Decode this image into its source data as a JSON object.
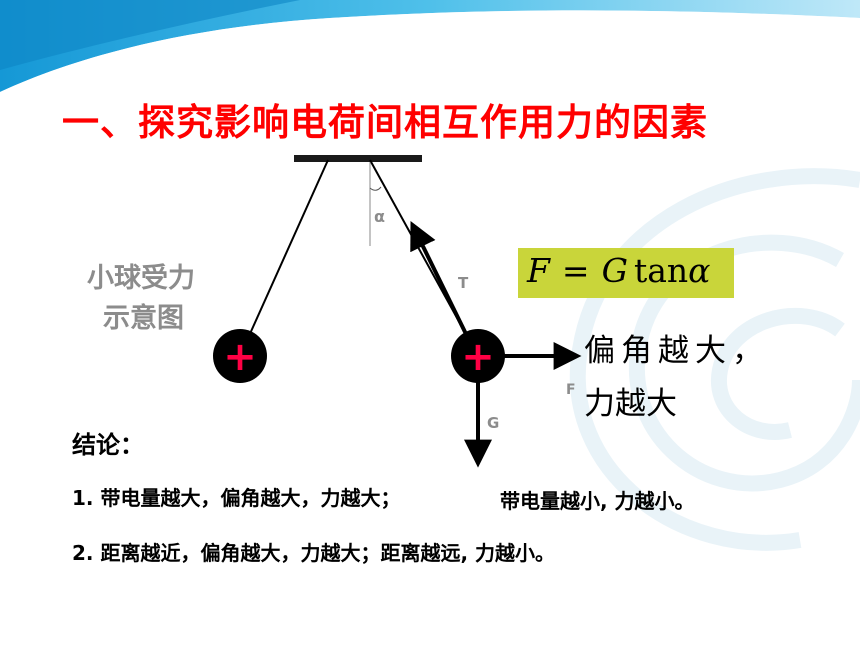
{
  "title": "一、探究影响电荷间相互作用力的因素",
  "diagram": {
    "label_line1": "小球受力",
    "label_line2": "示意图",
    "ball_left_sign": "+",
    "ball_right_sign": "+",
    "angle_label": "α",
    "tension_label": "T",
    "electric_force_label": "F",
    "gravity_label": "G"
  },
  "formula": {
    "lhs": "F",
    "eq": "=",
    "g": "G",
    "func": "tan",
    "angle": "α"
  },
  "note": {
    "line1": "偏角越大，",
    "line2": "力越大"
  },
  "conclusion": {
    "title": "结论：",
    "item1_a": "1. 带电量越大，偏角越大，力越大；",
    "item1_b": "带电量越小, 力越小。",
    "item2": "2. 距离越近，偏角越大，力越大；距离越远, 力越小。"
  },
  "colors": {
    "title": "#ff0000",
    "plus_sign": "#ff0044",
    "ball": "#000000",
    "formula_bg": "#c9d53a",
    "label_gray": "#8c8c8c",
    "banner_blue": "#1aa3dc"
  }
}
